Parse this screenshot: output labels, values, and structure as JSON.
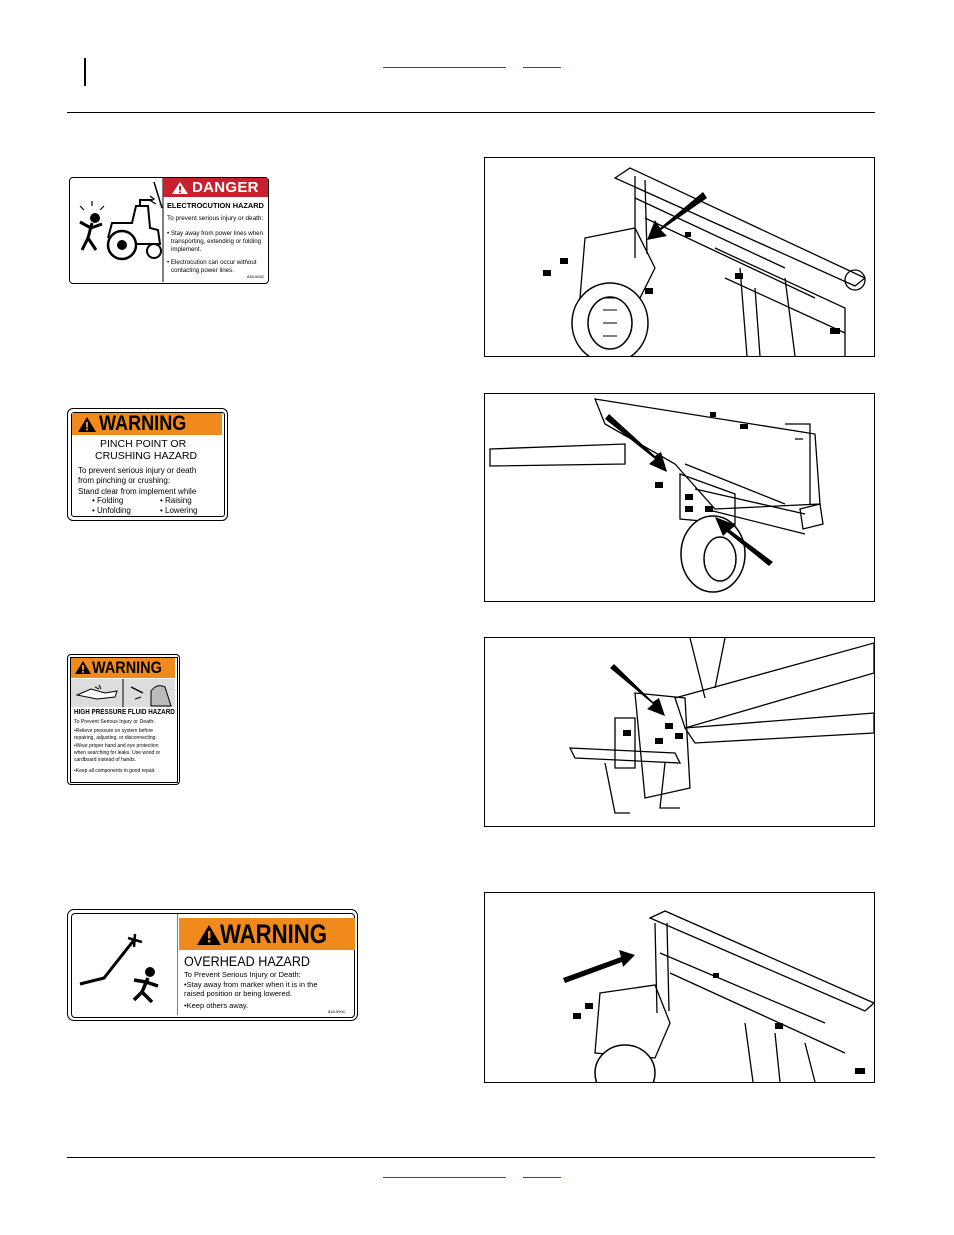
{
  "labels": {
    "danger": {
      "signal": "DANGER",
      "hazard": "ELECTROCUTION HAZARD",
      "intro": "To prevent serious injury or death:",
      "bullet1_line1": "• Stay away from power lines when",
      "bullet1_line2": "transporting, extending or folding",
      "bullet1_line3": "implement.",
      "bullet2_line1": "• Electrocution can occur without",
      "bullet2_line2": "contacting power lines.",
      "code": "838-598C"
    },
    "pinch": {
      "signal": "WARNING",
      "hazard_line1": "PINCH POINT OR",
      "hazard_line2": "CRUSHING HAZARD",
      "intro_line1": "To prevent serious injury or death",
      "intro_line2": "from pinching or crushing:",
      "stand": "Stand clear from implement while",
      "actions": [
        "• Folding",
        "• Raising",
        "• Unfolding",
        "• Lowering"
      ]
    },
    "fluid": {
      "signal": "WARNING",
      "hazard": "HIGH PRESSURE FLUID HAZARD",
      "intro": "To Prevent Serious Injury or Death:",
      "lines": [
        "•Relieve pressure on system before",
        " repairing, adjusting, or disconnecting.",
        "•Wear proper hand and eye protection",
        " when searching for leaks. Use wood or",
        " cardboard instead of hands.",
        "•Keep all components in good repair."
      ]
    },
    "overhead": {
      "signal": "WARNING",
      "hazard": "OVERHEAD HAZARD",
      "intro": "To Prevent Serious Injury or Death:",
      "bullet1_line1": "•Stay away from marker when it is in the",
      "bullet1_line2": " raised position or being lowered.",
      "bullet2": "•Keep others away.",
      "code": "818-590C"
    }
  },
  "colors": {
    "danger_red": "#c8202c",
    "warning_orange": "#f08a1c",
    "link_blue": "#2a3fc9"
  },
  "icons": [
    "alert-triangle-icon",
    "arrow-icon"
  ]
}
